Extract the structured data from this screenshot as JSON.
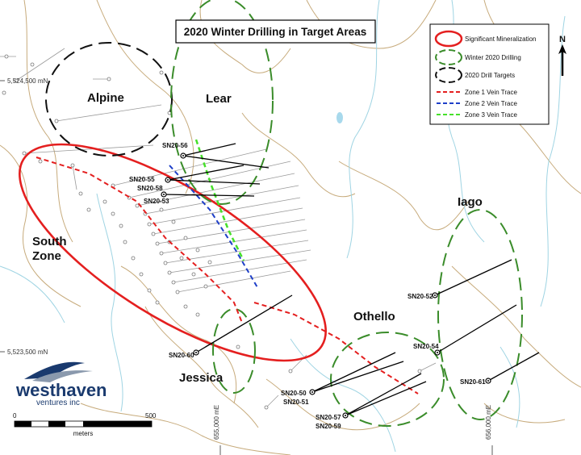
{
  "title": "2020 Winter Drilling in Target Areas",
  "areas": {
    "alpine": "Alpine",
    "lear": "Lear",
    "south_zone_1": "South",
    "south_zone_2": "Zone",
    "iago": "Iago",
    "othello": "Othello",
    "jessica": "Jessica"
  },
  "grid_labels": {
    "north_1": "5,524,500 mN",
    "north_2": "5,523,500 mN",
    "east_1": "655,000 mE",
    "east_2": "656,000 mE"
  },
  "holes": {
    "sn20_56": "SN20-56",
    "sn20_55": "SN20-55",
    "sn20_58": "SN20-58",
    "sn20_53": "SN20-53",
    "sn20_60": "SN20-60",
    "sn20_50": "SN20-50",
    "sn20_51": "SN20-51",
    "sn20_57": "SN20-57",
    "sn20_59": "SN20-59",
    "sn20_52": "SN20-52",
    "sn20_54": "SN20-54",
    "sn20_61": "SN20-61"
  },
  "legend": {
    "significant": "Significant Mineralization",
    "winter": "Winter 2020 Drilling",
    "targets": "2020 Drill Targets",
    "zone1": "Zone 1 Vein Trace",
    "zone2": "Zone 2 Vein Trace",
    "zone3": "Zone 3 Vein Trace"
  },
  "north_arrow": "N",
  "scale": {
    "start": "0",
    "end": "500",
    "unit": "meters"
  },
  "logo": {
    "name": "westhaven",
    "sub": "ventures inc"
  },
  "colors": {
    "mineralization": "#e41f1f",
    "winter_drilling": "#3a8c2a",
    "zone1": "#e41f1f",
    "zone2": "#1e3fc8",
    "zone3": "#46e02a",
    "logo_navy": "#1a3a6e"
  }
}
